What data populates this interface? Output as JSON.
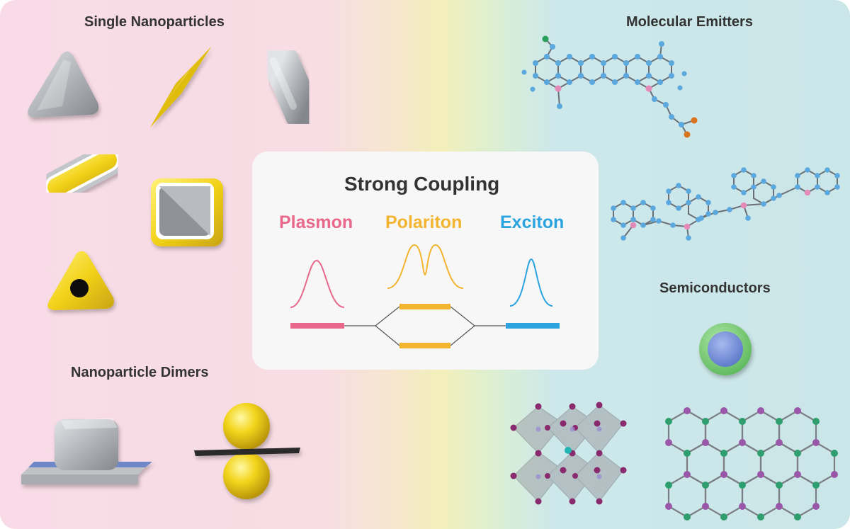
{
  "sections": {
    "single_nanoparticles": "Single Nanoparticles",
    "nanoparticle_dimers": "Nanoparticle Dimers",
    "molecular_emitters": "Molecular Emitters",
    "semiconductors": "Semiconductors"
  },
  "center": {
    "title": "Strong Coupling",
    "plasmon": "Plasmon",
    "polariton": "Polariton",
    "exciton": "Exciton"
  },
  "colors": {
    "plasmon": "#e8678a",
    "polariton": "#f3b430",
    "exciton": "#2aa3df",
    "bg_left": "#f8dbe6",
    "bg_mid": "#f4efc0",
    "bg_right": "#cde8ea",
    "gold": "#f2d21a",
    "silver": "#b3b6ba"
  }
}
